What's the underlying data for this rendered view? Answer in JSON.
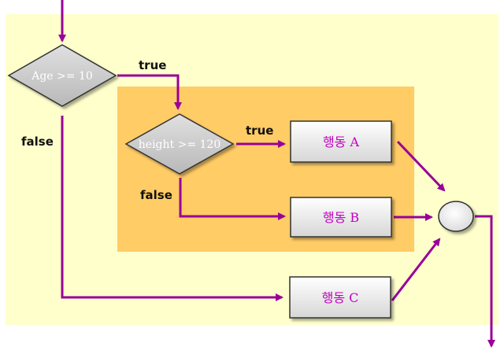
{
  "colors": {
    "outer_bg": "#ffffcc",
    "inner_bg": "#ffcc66",
    "arrow": "#990099",
    "box_fill": "#e8e8e8",
    "box_text": "#c000c0",
    "diamond_text": "#ffffff"
  },
  "diagram": {
    "outer_condition": "Age >= 10",
    "inner_condition": "height >= 120",
    "true_label_outer": "true",
    "false_label_outer": "false",
    "true_label_inner": "true",
    "false_label_inner": "false",
    "action_a": "행동 A",
    "action_b": "행동 B",
    "action_c": "행동 C"
  }
}
